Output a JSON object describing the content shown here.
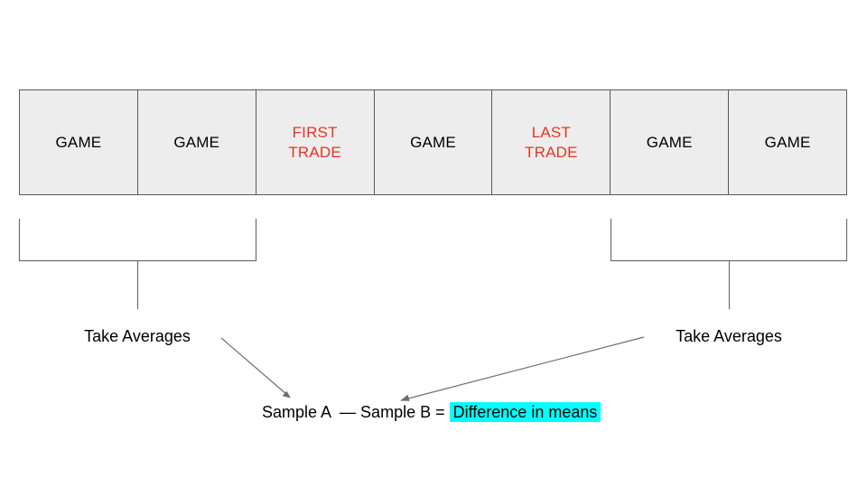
{
  "colors": {
    "slide_bg": "#ffffff",
    "box_fill": "#ededed",
    "box_border": "#595959",
    "line": "#6e6e6e",
    "red_text": "#ea3323",
    "highlight": "#00ffff",
    "text": "#000000"
  },
  "sequence": {
    "boxes": [
      {
        "label": "GAME",
        "emphasis": false
      },
      {
        "label": "GAME",
        "emphasis": false
      },
      {
        "label": "FIRST\nTRADE",
        "emphasis": true
      },
      {
        "label": "GAME",
        "emphasis": false
      },
      {
        "label": "LAST\nTRADE",
        "emphasis": true
      },
      {
        "label": "GAME",
        "emphasis": false
      },
      {
        "label": "GAME",
        "emphasis": false
      }
    ]
  },
  "annotations": {
    "left_group_label": "Take Averages",
    "right_group_label": "Take Averages"
  },
  "equation": {
    "lhs": "Sample A  — Sample B = ",
    "highlighted": "Difference in means"
  }
}
